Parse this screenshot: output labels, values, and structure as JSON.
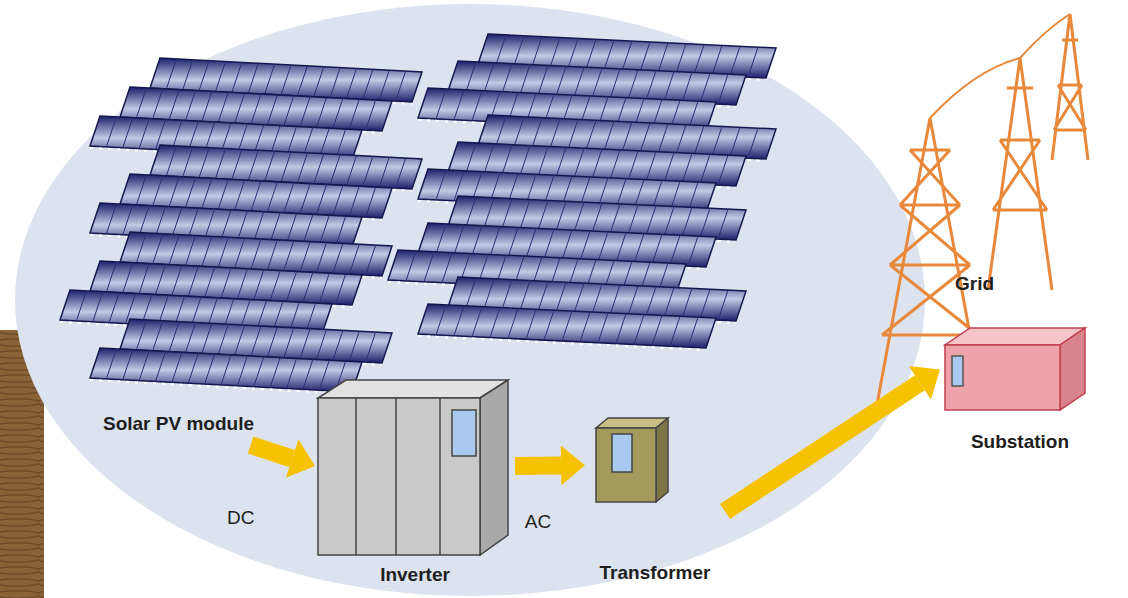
{
  "diagram": {
    "nodes": [
      {
        "text": [
          "Solar PV module"
        ]
      },
      {
        "text": [
          "Inverter"
        ]
      },
      {
        "text": [
          "Transformer"
        ]
      },
      {
        "text": [
          "Grid"
        ]
      },
      {
        "text": [
          "Substation"
        ]
      }
    ],
    "edges": [
      {
        "from": 0,
        "to": 1,
        "label": "DC",
        "arrow": "to"
      },
      {
        "from": 1,
        "to": 2,
        "label": "AC",
        "arrow": "to"
      },
      {
        "from": 2,
        "to": 4,
        "arrow": "to"
      }
    ]
  }
}
